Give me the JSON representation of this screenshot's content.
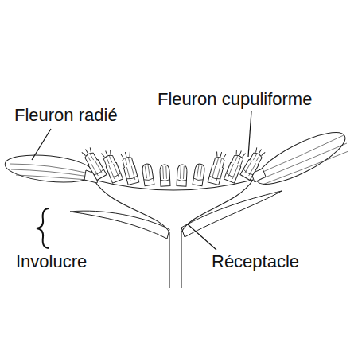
{
  "diagram": {
    "labels": [
      "Fleuron radié",
      "Fleuron cupuliforme",
      "Involucre",
      "Réceptacle"
    ]
  }
}
